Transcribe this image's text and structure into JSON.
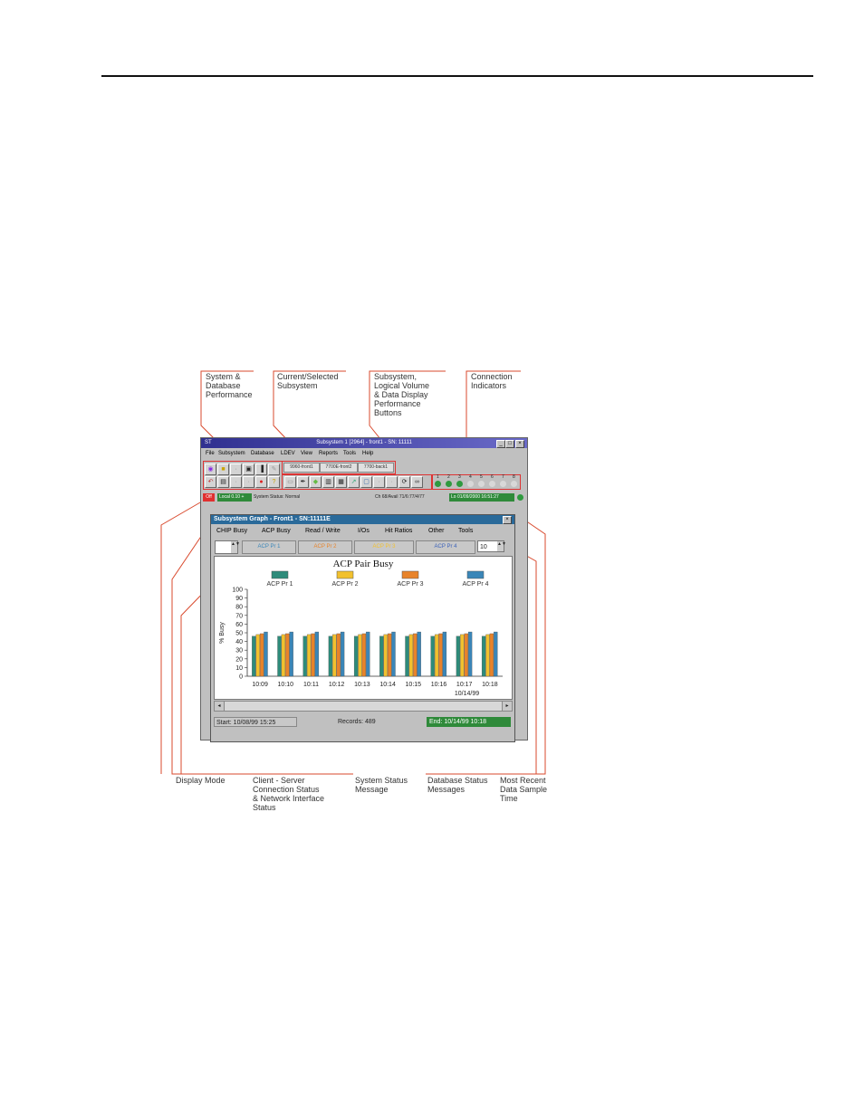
{
  "callouts": {
    "system_db_performance": "System &\nDatabase\nPerformance",
    "current_subsystem": "Current/Selected\nSubsystem",
    "subsystem_buttons": "Subsystem,\nLogical Volume\n& Data Display\nPerformance\nButtons",
    "connection_indicators": "Connection\nIndicators",
    "display_mode": "Display Mode",
    "client_server_status": "Client - Server\nConnection Status\n& Network Interface\nStatus",
    "system_status_message": "System Status\nMessage",
    "database_status_messages": "Database Status\nMessages",
    "most_recent_sample": "Most Recent\nData Sample\nTime"
  },
  "app": {
    "window_title": "Subsystem 1 [2964] - front1 - SN: 11111",
    "app_label": "ST",
    "menu": [
      "File",
      "Subsystem",
      "Database",
      "LDEV",
      "View",
      "Reports",
      "Tools",
      "Help"
    ],
    "subsystem_tabs": [
      "9960-front1",
      "7700E-front2",
      "7700-back1"
    ],
    "connection_numbers": [
      "1",
      "2",
      "3",
      "4",
      "5",
      "6",
      "7",
      "8"
    ],
    "status": {
      "display_mode": "Off",
      "connection": "Local 0.10 +",
      "system_status": "System Status: Normal",
      "database_status": "Ch 68/Avail 71/6:77/4/77",
      "recent_sample": "Lo 01/09/2000  16:51:27"
    }
  },
  "graph_window": {
    "title": "Subsystem Graph - Front1 - SN:11111E",
    "menu": [
      "CHIP Busy",
      "ACP Busy",
      "Read / Write",
      "I/Os",
      "Hit Ratios",
      "Other",
      "Tools"
    ],
    "pair_tabs": [
      "ACP Pr 1",
      "ACP Pr 2",
      "ACP Pr 3",
      "ACP Pr 4"
    ],
    "interval_value": "10",
    "start": "Start: 10/08/99 15:25",
    "records": "Records: 489",
    "end": "End: 10/14/99 10:18"
  },
  "chart_data": {
    "type": "bar",
    "title": "ACP Pair Busy",
    "ylabel": "% Busy",
    "xlabel": "",
    "date_label": "10/14/99",
    "ylim": [
      0,
      100
    ],
    "yticks": [
      0,
      10,
      20,
      30,
      40,
      50,
      60,
      70,
      80,
      90,
      100
    ],
    "categories": [
      "10:09",
      "10:10",
      "10:11",
      "10:12",
      "10:13",
      "10:14",
      "10:15",
      "10:16",
      "10:17",
      "10:18"
    ],
    "series": [
      {
        "name": "ACP Pr 1",
        "color": "#2e8b7a",
        "values": [
          46,
          46,
          46,
          46,
          46,
          46,
          46,
          46,
          46,
          46
        ]
      },
      {
        "name": "ACP Pr 2",
        "color": "#f2c12e",
        "values": [
          48,
          48,
          48,
          48,
          48,
          48,
          48,
          48,
          48,
          48
        ]
      },
      {
        "name": "ACP Pr 3",
        "color": "#e8832a",
        "values": [
          49,
          49,
          49,
          49,
          49,
          49,
          49,
          49,
          49,
          49
        ]
      },
      {
        "name": "ACP Pr 4",
        "color": "#3a86b8",
        "values": [
          51,
          51,
          51,
          51,
          51,
          51,
          51,
          51,
          51,
          51
        ]
      }
    ],
    "grid": false,
    "legend": "top"
  }
}
